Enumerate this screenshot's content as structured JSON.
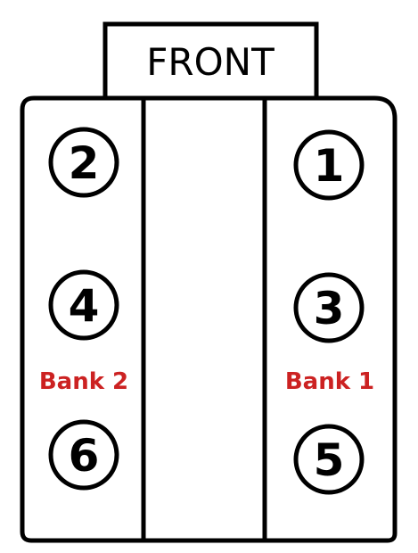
{
  "front_label": "FRONT",
  "banks": {
    "left": {
      "label": "Bank 2",
      "cylinders": [
        "2",
        "4",
        "6"
      ]
    },
    "right": {
      "label": "Bank 1",
      "cylinders": [
        "1",
        "3",
        "5"
      ]
    }
  },
  "colors": {
    "line": "#000000",
    "bank_label": "#cc2222",
    "background": "#ffffff"
  }
}
